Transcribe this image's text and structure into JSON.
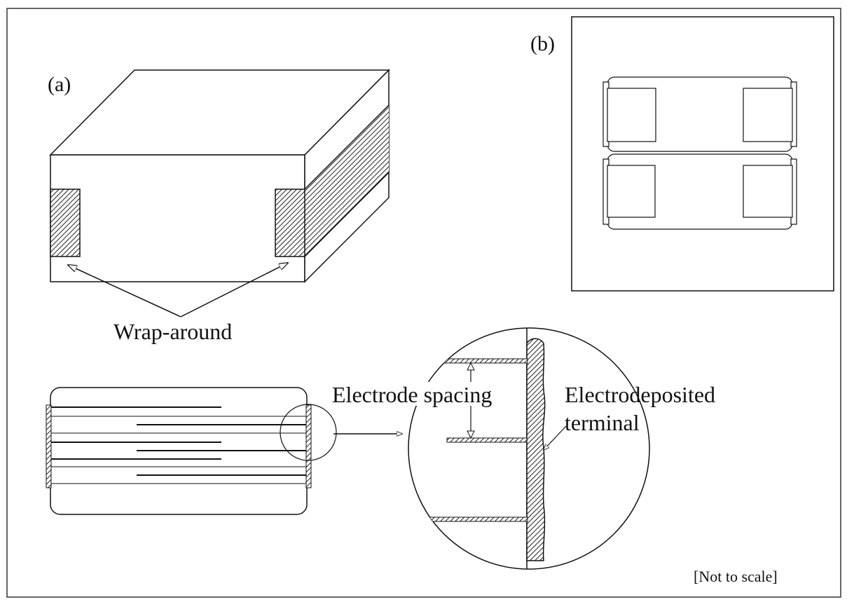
{
  "labels": {
    "panel_a": "(a)",
    "panel_b": "(b)",
    "wrap_around": "Wrap-around",
    "electrode_spacing": "Electrode spacing",
    "electrodeposited_line1": "Electrodeposited",
    "electrodeposited_line2": "terminal",
    "not_to_scale": "[Not to scale]"
  }
}
